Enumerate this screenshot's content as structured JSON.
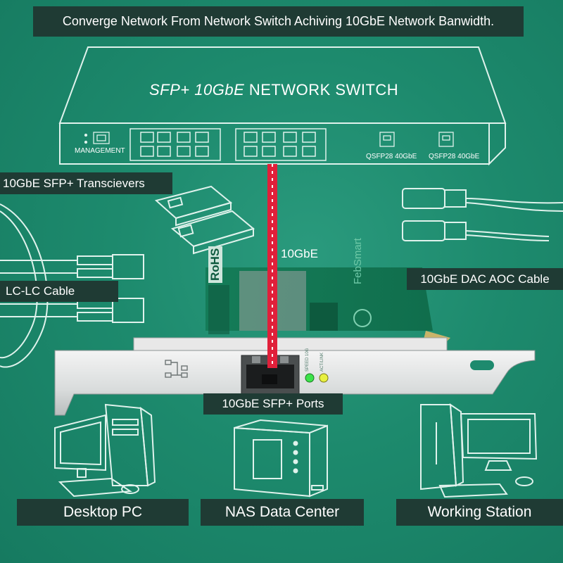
{
  "banner": "Converge Network From Network Switch Achiving 10GbE Network Banwidth.",
  "switch": {
    "title_italic": "SFP+ 10GbE",
    "title_rest": " NETWORK SWITCH",
    "management": "MANAGEMENT",
    "qsfp_left": "QSFP28 40GbE",
    "qsfp_right": "QSFP28 40GbE"
  },
  "link_label": "10GbE",
  "labels": {
    "transceivers": "10GbE SFP+ Transcievers",
    "lc_cable": "LC-LC Cable",
    "dac_cable": "10GbE DAC AOC Cable",
    "sfp_ports": "10GbE SFP+ Ports",
    "desktop": "Desktop PC",
    "nas": "NAS Data Center",
    "workstation": "Working Station"
  },
  "card": {
    "rohs": "RoHS",
    "brand": "FebSmart",
    "led1": "SPEED 10G",
    "led2": "ACT/LINK"
  },
  "colors": {
    "background": "#1e8a6e",
    "label_bg": "#1f3b34",
    "line_art": "#dff2ec",
    "fiber": "#e0203a"
  }
}
